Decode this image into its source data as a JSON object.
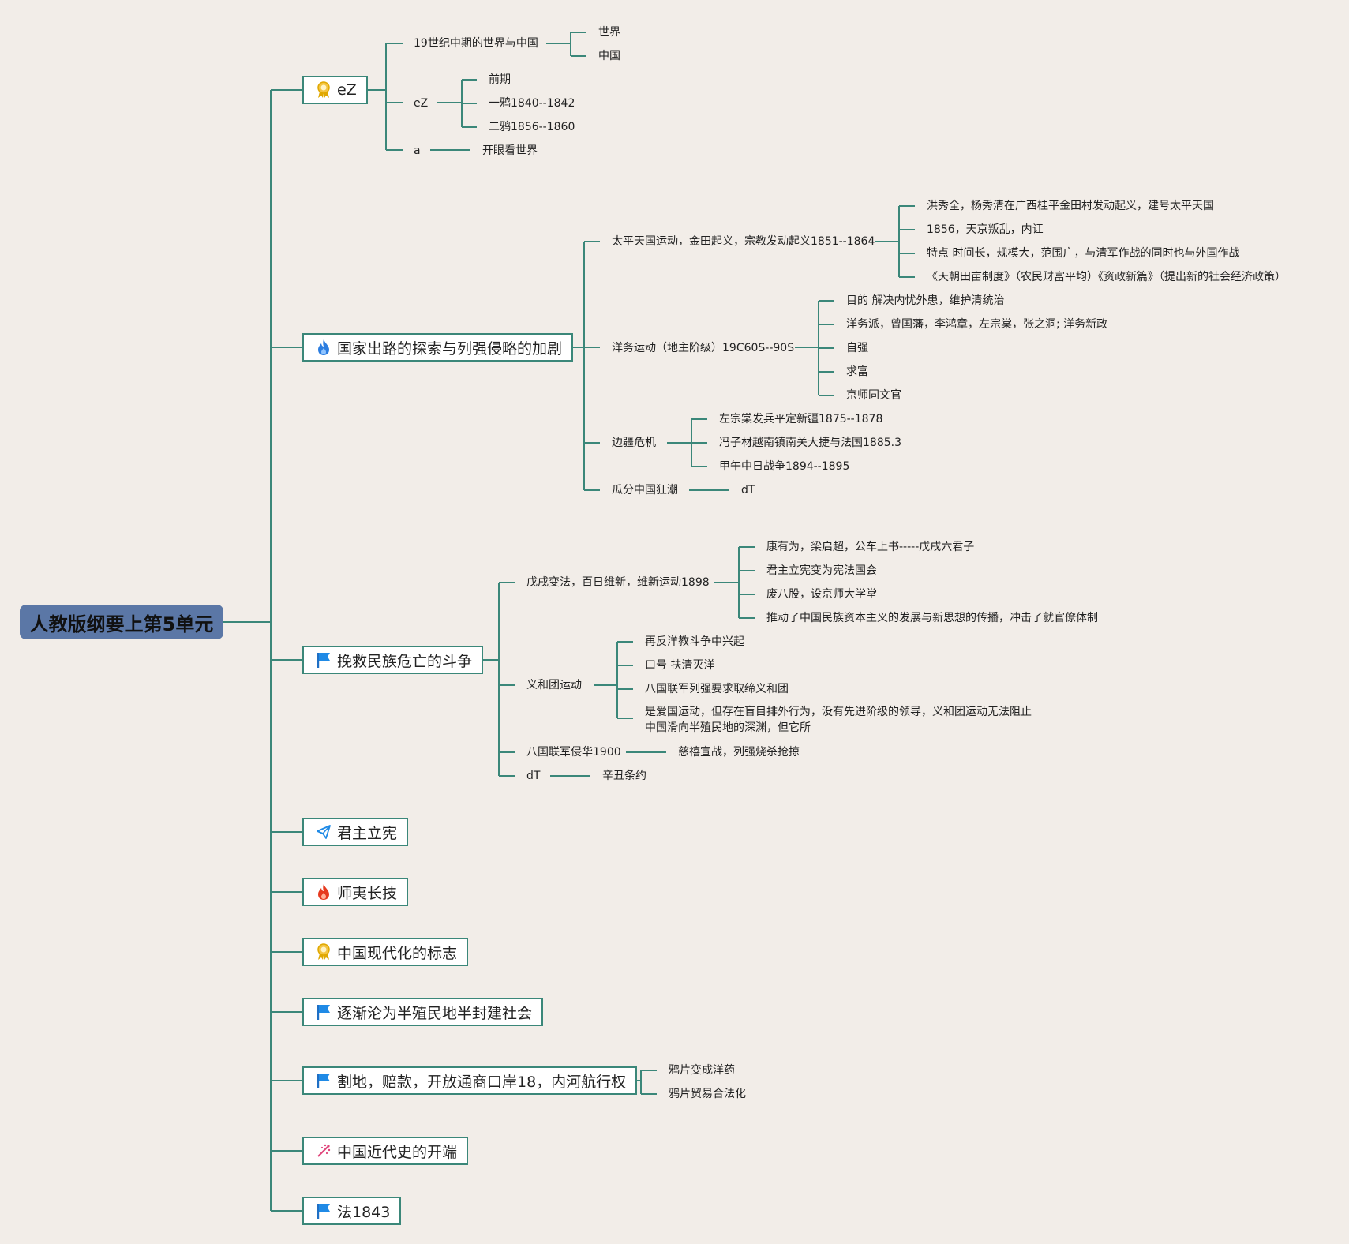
{
  "title": "人教版纲要上第5单元",
  "colors": {
    "background": "#f2ede8",
    "line": "#3b8779",
    "root": "#5b77a6"
  },
  "branches": [
    {
      "label": "eZ",
      "icon": "medal-icon",
      "children": [
        {
          "label": "19世纪中期的世界与中国",
          "children": [
            {
              "label": "世界"
            },
            {
              "label": "中国"
            }
          ]
        },
        {
          "label": "eZ",
          "children": [
            {
              "label": "前期"
            },
            {
              "label": "一鸦1840--1842"
            },
            {
              "label": "二鸦1856--1860"
            }
          ]
        },
        {
          "label": "a",
          "children": [
            {
              "label": "开眼看世界"
            }
          ]
        }
      ]
    },
    {
      "label": "国家出路的探索与列强侵略的加剧",
      "icon": "fire-blue-icon",
      "children": [
        {
          "label": "太平天国运动，金田起义，宗教发动起义1851--1864",
          "children": [
            {
              "label": "洪秀全，杨秀清在广西桂平金田村发动起义，建号太平天国"
            },
            {
              "label": "1856，天京叛乱，内讧"
            },
            {
              "label": "特点 时间长，规模大，范围广，与清军作战的同时也与外国作战"
            },
            {
              "label": "《天朝田亩制度》（农民财富平均）《资政新篇》（提出新的社会经济政策）"
            }
          ]
        },
        {
          "label": "洋务运动（地主阶级）19C60S--90S",
          "children": [
            {
              "label": "目的 解决内忧外患，维护清统治"
            },
            {
              "label": "洋务派，曾国藩，李鸿章，左宗棠，张之洞; 洋务新政"
            },
            {
              "label": "自强"
            },
            {
              "label": "求富"
            },
            {
              "label": "京师同文官"
            }
          ]
        },
        {
          "label": "边疆危机",
          "children": [
            {
              "label": "左宗棠发兵平定新疆1875--1878"
            },
            {
              "label": "冯子材越南镇南关大捷与法国1885.3"
            },
            {
              "label": "甲午中日战争1894--1895"
            }
          ]
        },
        {
          "label": "瓜分中国狂潮",
          "children": [
            {
              "label": "dT"
            }
          ]
        }
      ]
    },
    {
      "label": "挽救民族危亡的斗争",
      "icon": "flag-icon",
      "children": [
        {
          "label": "戊戌变法，百日维新，维新运动1898",
          "children": [
            {
              "label": "康有为，梁启超，公车上书-----戊戌六君子"
            },
            {
              "label": "君主立宪变为宪法国会"
            },
            {
              "label": "废八股，设京师大学堂"
            },
            {
              "label": "推动了中国民族资本主义的发展与新思想的传播，冲击了就官僚体制"
            }
          ]
        },
        {
          "label": "义和团运动",
          "children": [
            {
              "label": "再反洋教斗争中兴起"
            },
            {
              "label": "口号 扶清灭洋"
            },
            {
              "label": "八国联军列强要求取缔义和团"
            },
            {
              "label": "是爱国运动，但存在盲目排外行为，没有先进阶级的领导，义和团运动无法阻止中国滑向半殖民地的深渊，但它所"
            }
          ]
        },
        {
          "label": "八国联军侵华1900",
          "children": [
            {
              "label": "慈禧宣战，列强烧杀抢掠"
            }
          ]
        },
        {
          "label": "dT",
          "children": [
            {
              "label": "辛丑条约"
            }
          ]
        }
      ]
    },
    {
      "label": "君主立宪",
      "icon": "paper-plane-icon",
      "children": []
    },
    {
      "label": "师夷长技",
      "icon": "fire-red-icon",
      "children": []
    },
    {
      "label": "中国现代化的标志",
      "icon": "medal-icon",
      "children": []
    },
    {
      "label": "逐渐沦为半殖民地半封建社会",
      "icon": "flag-icon",
      "children": []
    },
    {
      "label": "割地，赔款，开放通商口岸18，内河航行权",
      "icon": "flag-icon",
      "children": [
        {
          "label": "鸦片变成洋药"
        },
        {
          "label": "鸦片贸易合法化"
        }
      ]
    },
    {
      "label": "中国近代史的开端",
      "icon": "sparkle-icon",
      "children": []
    },
    {
      "label": "法1843",
      "icon": "flag-icon",
      "children": []
    }
  ]
}
